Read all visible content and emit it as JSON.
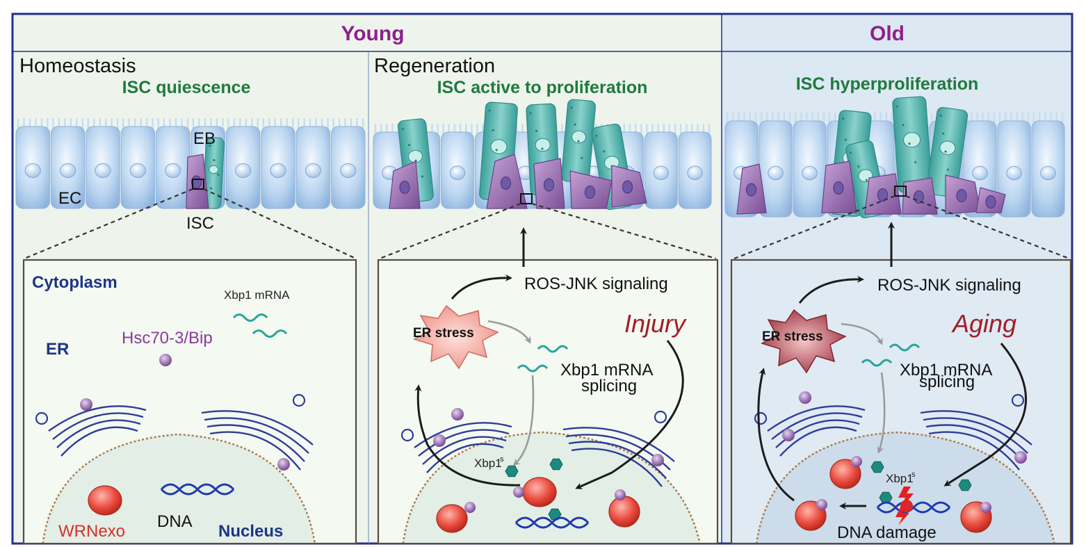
{
  "headers": {
    "young": "Young",
    "old": "Old"
  },
  "sections": {
    "homeostasis": "Homeostasis",
    "regeneration": "Regeneration"
  },
  "subtitles": {
    "quiescence": "ISC quiescence",
    "active": "ISC active to proliferation",
    "hyper": "ISC hyperproliferation"
  },
  "cell_labels": {
    "eb": "EB",
    "ec": "EC",
    "isc": "ISC"
  },
  "panel1": {
    "cytoplasm": "Cytoplasm",
    "xbp1_mrna": "Xbp1 mRNA",
    "hsc70": "Hsc70-3/Bip",
    "er": "ER",
    "wrnexo": "WRNexo",
    "dna": "DNA",
    "nucleus": "Nucleus"
  },
  "panel2": {
    "ros": "ROS-JNK signaling",
    "er_stress": "ER stress",
    "trigger": "Injury",
    "splice1": "Xbp1 mRNA",
    "splice2": "splicing",
    "xbp1s": "Xbp1",
    "xbp1s_sup": "s"
  },
  "panel3": {
    "ros": "ROS-JNK signaling",
    "er_stress": "ER stress",
    "trigger": "Aging",
    "splice1": "Xbp1 mRNA",
    "splice2": "splicing",
    "xbp1s": "Xbp1",
    "xbp1s_sup": "s",
    "damage": "DNA damage"
  },
  "colors": {
    "frame": "#20318a",
    "young_bg": "#eef4ec",
    "old_bg": "#dce8f2",
    "title_purple": "#8e1f8c",
    "subtitle_green": "#1f7a3e",
    "ec_blue": "#a9c9ea",
    "eb_teal": "#4fb5b0",
    "isc_purple": "#9a6fb0",
    "er_blue": "#2f3c98",
    "wrn_red": "#e0443a",
    "stress_star": "#f1a39a"
  }
}
